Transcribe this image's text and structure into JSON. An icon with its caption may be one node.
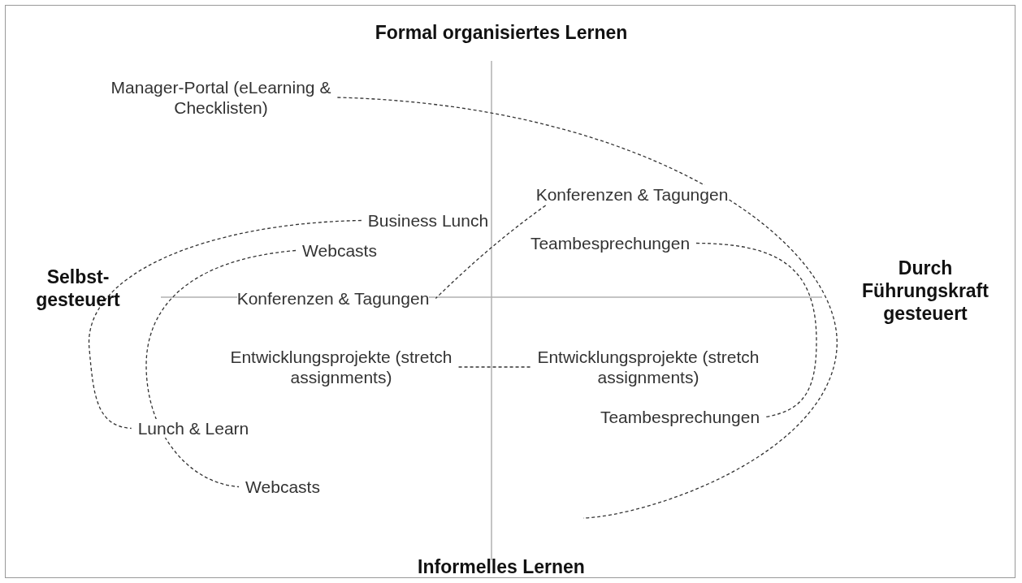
{
  "diagram": {
    "nodes": [
      {
        "text": [
          "Manager-Portal (eLearning & Checklisten)"
        ]
      },
      {
        "text": [
          "Konferenzen & Tagungen"
        ]
      },
      {
        "text": [
          "Business Lunch"
        ]
      },
      {
        "text": [
          "Teambesprechungen"
        ]
      },
      {
        "text": [
          "Webcasts"
        ]
      },
      {
        "text": [
          "Konferenzen & Tagungen"
        ]
      },
      {
        "text": [
          "Entwicklungsprojekte (stretch assignments)"
        ]
      },
      {
        "text": [
          "Entwicklungsprojekte (stretch assignments)"
        ]
      },
      {
        "text": [
          "Lunch & Learn"
        ]
      },
      {
        "text": [
          "Teambesprechungen"
        ]
      },
      {
        "text": [
          "Webcasts"
        ]
      }
    ],
    "edges": [
      {
        "from": 0,
        "to": null,
        "arrow": "none",
        "style": "dashed"
      },
      {
        "from": 2,
        "to": 8,
        "arrow": "none",
        "style": "dashed"
      },
      {
        "from": 4,
        "to": 10,
        "arrow": "none",
        "style": "dashed"
      },
      {
        "from": 1,
        "to": 5,
        "arrow": "none",
        "style": "dashed"
      },
      {
        "from": 3,
        "to": 9,
        "arrow": "none",
        "style": "dashed"
      },
      {
        "from": 6,
        "to": 7,
        "arrow": "none",
        "style": "dashed"
      }
    ],
    "labels": [
      "Formal organisiertes Lernen",
      "Selbst-gesteuert",
      "Durch Führungskraft gesteuert",
      "Informelles Lernen"
    ]
  }
}
